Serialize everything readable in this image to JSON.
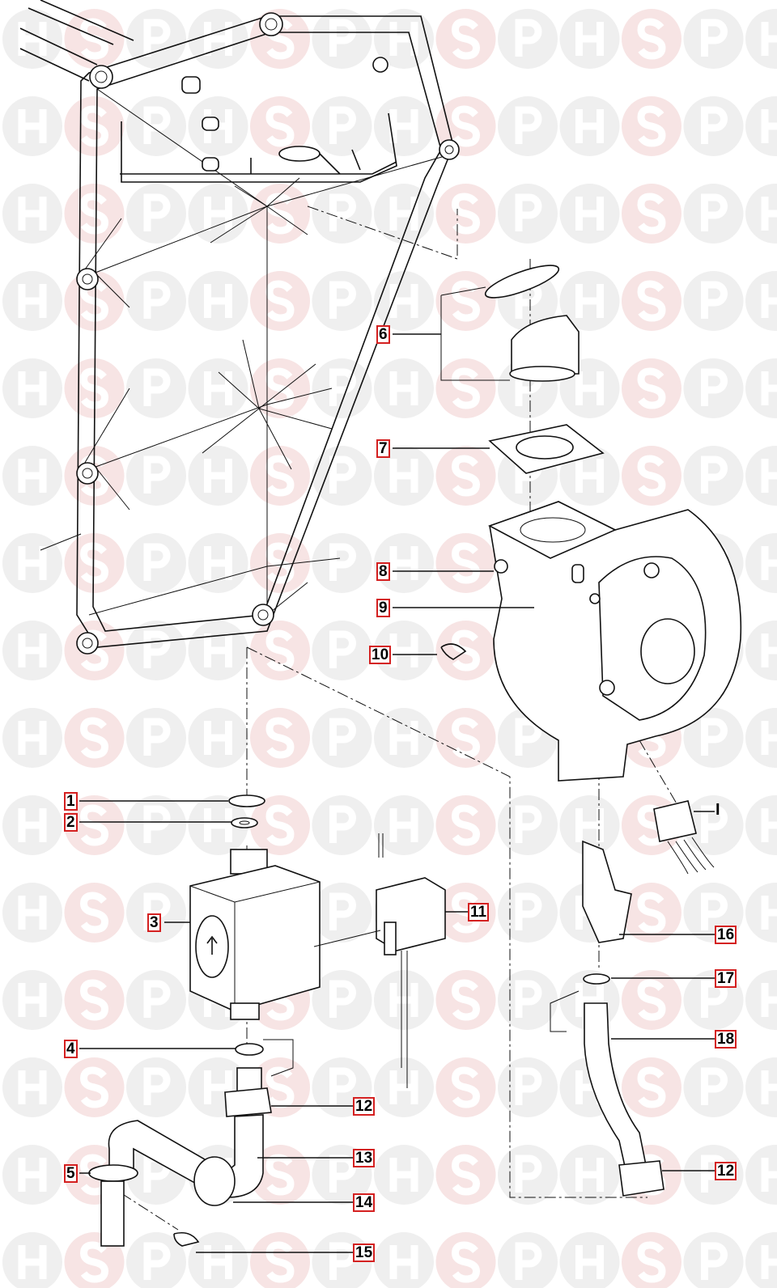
{
  "watermark": {
    "letters": [
      "H",
      "S",
      "P"
    ],
    "colors": {
      "grey": "#efefef",
      "pink": "#f7e4e4"
    }
  },
  "label_border_color": "#d42020",
  "callouts": [
    {
      "id": "c1",
      "text": "1"
    },
    {
      "id": "c2",
      "text": "2"
    },
    {
      "id": "c3",
      "text": "3"
    },
    {
      "id": "c4",
      "text": "4"
    },
    {
      "id": "c5",
      "text": "5"
    },
    {
      "id": "c6",
      "text": "6"
    },
    {
      "id": "c7",
      "text": "7"
    },
    {
      "id": "c8",
      "text": "8"
    },
    {
      "id": "c9",
      "text": "9"
    },
    {
      "id": "c10",
      "text": "10"
    },
    {
      "id": "c11",
      "text": "11"
    },
    {
      "id": "c12a",
      "text": "12"
    },
    {
      "id": "c13",
      "text": "13"
    },
    {
      "id": "c14",
      "text": "14"
    },
    {
      "id": "c15",
      "text": "15"
    },
    {
      "id": "c16",
      "text": "16"
    },
    {
      "id": "c17",
      "text": "17"
    },
    {
      "id": "c18",
      "text": "18"
    },
    {
      "id": "c12b",
      "text": "12"
    }
  ],
  "connector_label": "I"
}
